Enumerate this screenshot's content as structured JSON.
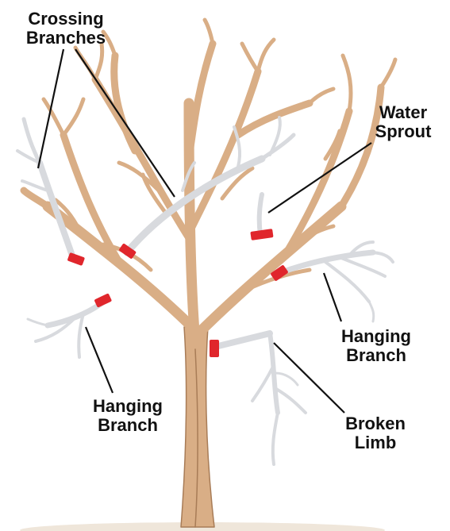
{
  "labels": {
    "crossing": {
      "line1": "Crossing",
      "line2": "Branches"
    },
    "water": {
      "line1": "Water",
      "line2": "Sprout"
    },
    "hanging_right": {
      "line1": "Hanging",
      "line2": "Branch"
    },
    "hanging_left": {
      "line1": "Hanging",
      "line2": "Branch"
    },
    "broken": {
      "line1": "Broken",
      "line2": "Limb"
    }
  },
  "colors": {
    "bark": "#d9ae86",
    "bark_edge": "#a87c57",
    "dead_wood": "#d8dade",
    "dead_edge": "#9fa3aa",
    "cut_mark": "#e0262c",
    "leader": "#111111",
    "ground": "#efe6da"
  }
}
